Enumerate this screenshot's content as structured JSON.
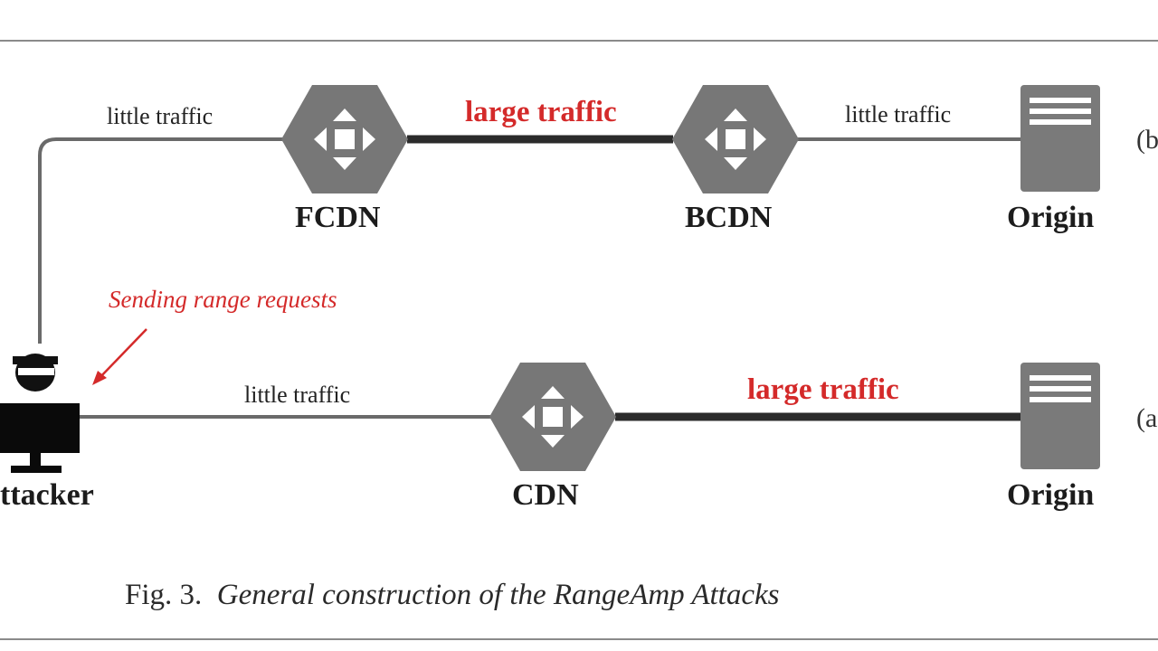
{
  "diagram": {
    "top_row": {
      "edge1_label": "little traffic",
      "edge2_label": "large traffic",
      "edge3_label": "little traffic",
      "node1_name": "FCDN",
      "node2_name": "BCDN",
      "node3_name": "Origin",
      "side_tag": "(b"
    },
    "bottom_row": {
      "edge1_label": "little traffic",
      "edge2_label": "large traffic",
      "node1_name": "CDN",
      "node2_name": "Origin",
      "side_tag": "(a"
    },
    "attacker_name": "ttacker",
    "annotation": "Sending range requests",
    "caption_prefix": "Fig. 3.",
    "caption_title": "General construction of the RangeAmp Attacks",
    "icons": [
      "cdn-hexagon-icon",
      "server-icon",
      "attacker-icon"
    ],
    "colors": {
      "node": "#767676",
      "highlight": "#d42a2a",
      "line": "#555555"
    }
  }
}
